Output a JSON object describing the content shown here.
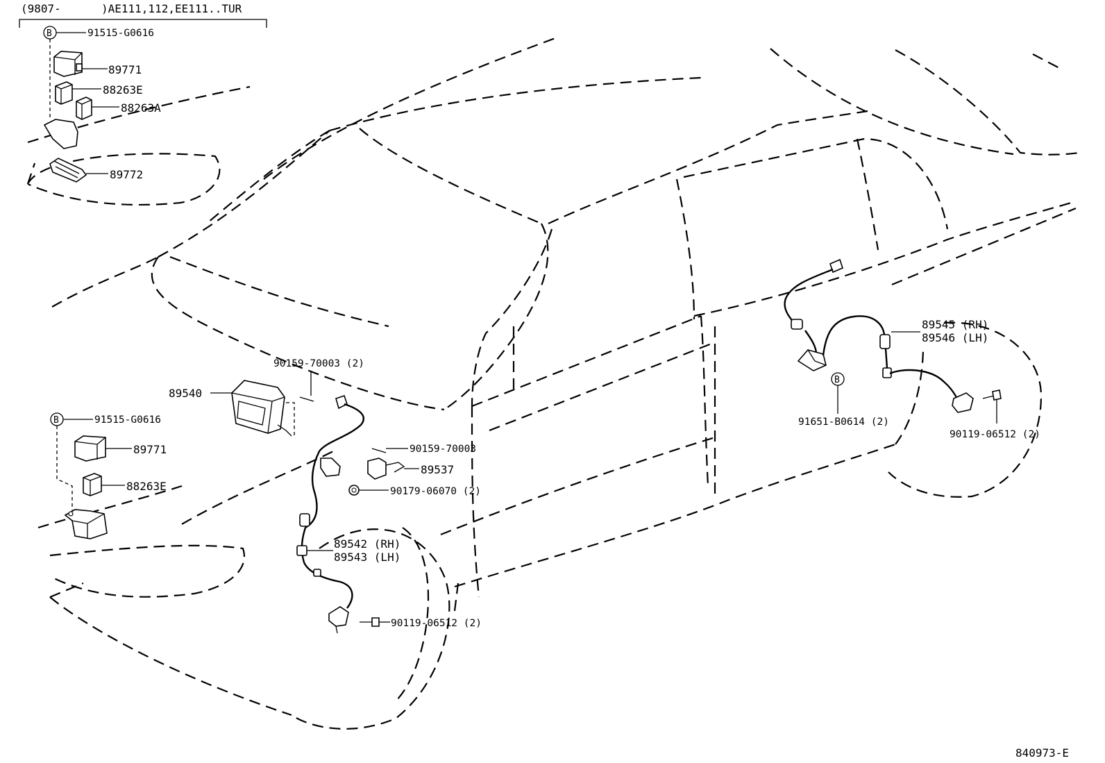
{
  "header": {
    "range": "(9807-",
    "models": ")AE111,112,EE111..TUR"
  },
  "callouts": {
    "b_top": "91515-G0616",
    "relay_89771_top": "89771",
    "relay_88263E_top": "88263E",
    "relay_88263A": "88263A",
    "bracket_89772": "89772",
    "b_mid": "91515-G0616",
    "relay_89771_mid": "89771",
    "relay_88263E_mid": "88263E",
    "ecu": "89540",
    "screw_ecu": "90159-70003 (2)",
    "screw_sensor": "90159-70003",
    "sensor_89537": "89537",
    "nut": "90179-06070 (2)",
    "front_sensor_rh": "89542 (RH)",
    "front_sensor_lh": "89543 (LH)",
    "front_bolt": "90119-06512 (2)",
    "rear_sensor_rh": "89545 (RH)",
    "rear_sensor_lh": "89546 (LH)",
    "rear_clip": "91651-B0614 (2)",
    "rear_bolt": "90119-06512 (2)",
    "circle_b": "B"
  },
  "footer": {
    "diagram_code": "840973-E"
  }
}
